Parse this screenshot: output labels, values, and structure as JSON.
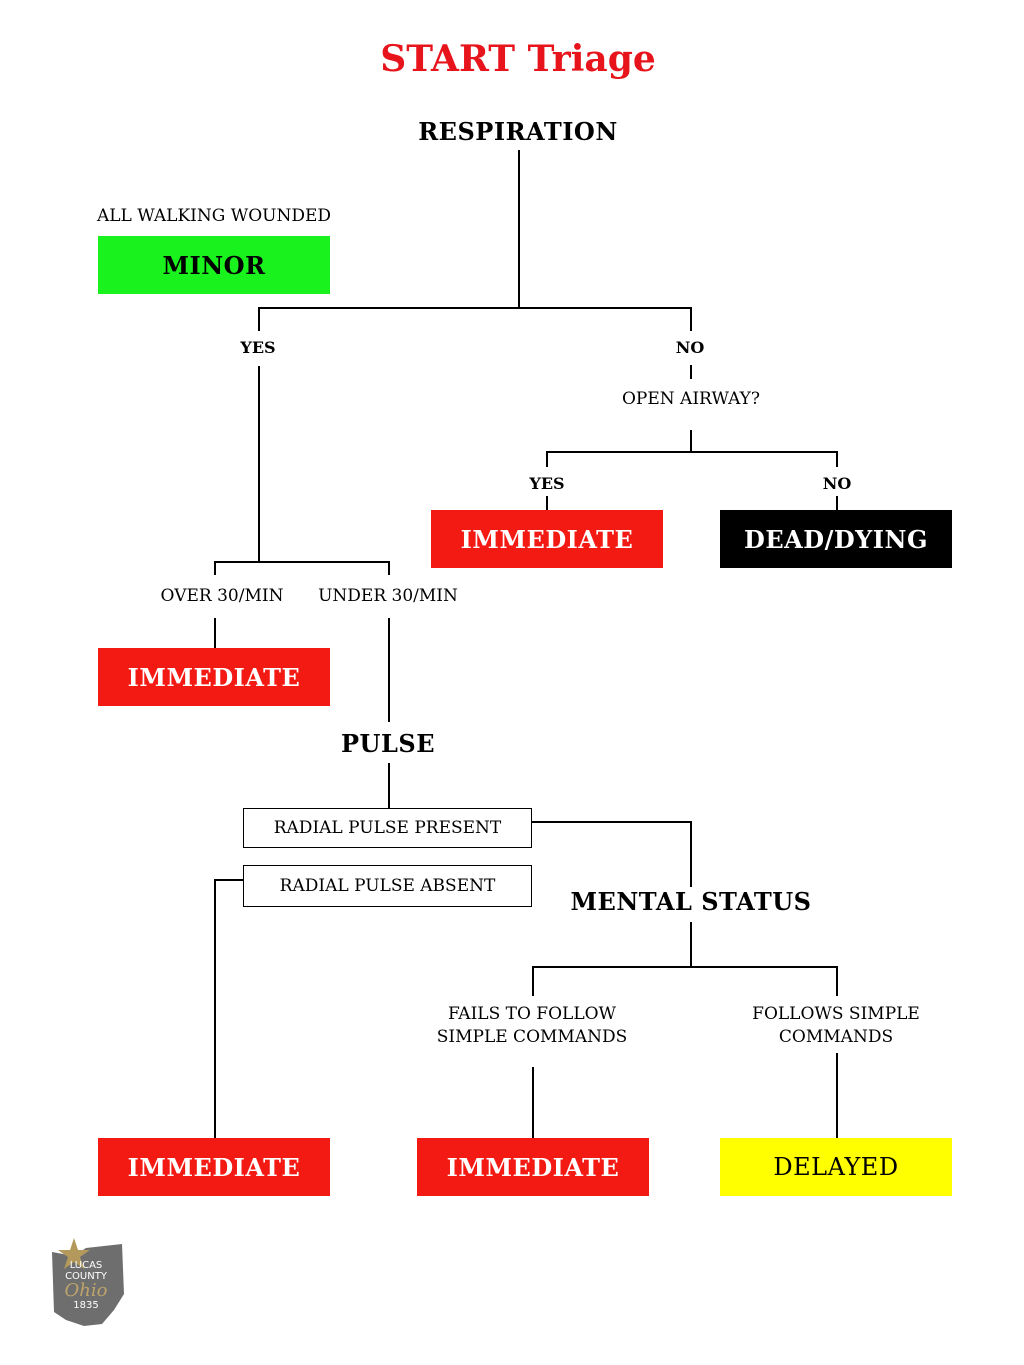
{
  "title": "START Triage",
  "colors": {
    "title": "#e8141b",
    "immediate": "#f41a14",
    "minor": "#19f21c",
    "dead": "#000000",
    "delayed": "#ffff00"
  },
  "respiration": "RESPIRATION",
  "walking_wounded": "ALL WALKING WOUNDED",
  "minor": "MINOR",
  "resp_yes": "YES",
  "resp_no": "NO",
  "open_airway": "OPEN AIRWAY?",
  "airway_yes": "YES",
  "airway_no": "NO",
  "airway_immediate": "IMMEDIATE",
  "dead_dying": "DEAD/DYING",
  "over_30": "OVER 30/MIN",
  "under_30": "UNDER 30/MIN",
  "over_immediate": "IMMEDIATE",
  "pulse": "PULSE",
  "radial_present": "RADIAL PULSE PRESENT",
  "radial_absent": "RADIAL PULSE ABSENT",
  "mental_status": "MENTAL STATUS",
  "fails_line1": "FAILS TO FOLLOW",
  "fails_line2": "SIMPLE COMMANDS",
  "follows_line1": "FOLLOWS SIMPLE",
  "follows_line2": "COMMANDS",
  "pulse_immediate": "IMMEDIATE",
  "mental_immediate": "IMMEDIATE",
  "delayed": "DELAYED",
  "logo": {
    "line1": "LUCAS",
    "line2": "COUNTY",
    "line3": "Ohio",
    "line4": "1835"
  }
}
